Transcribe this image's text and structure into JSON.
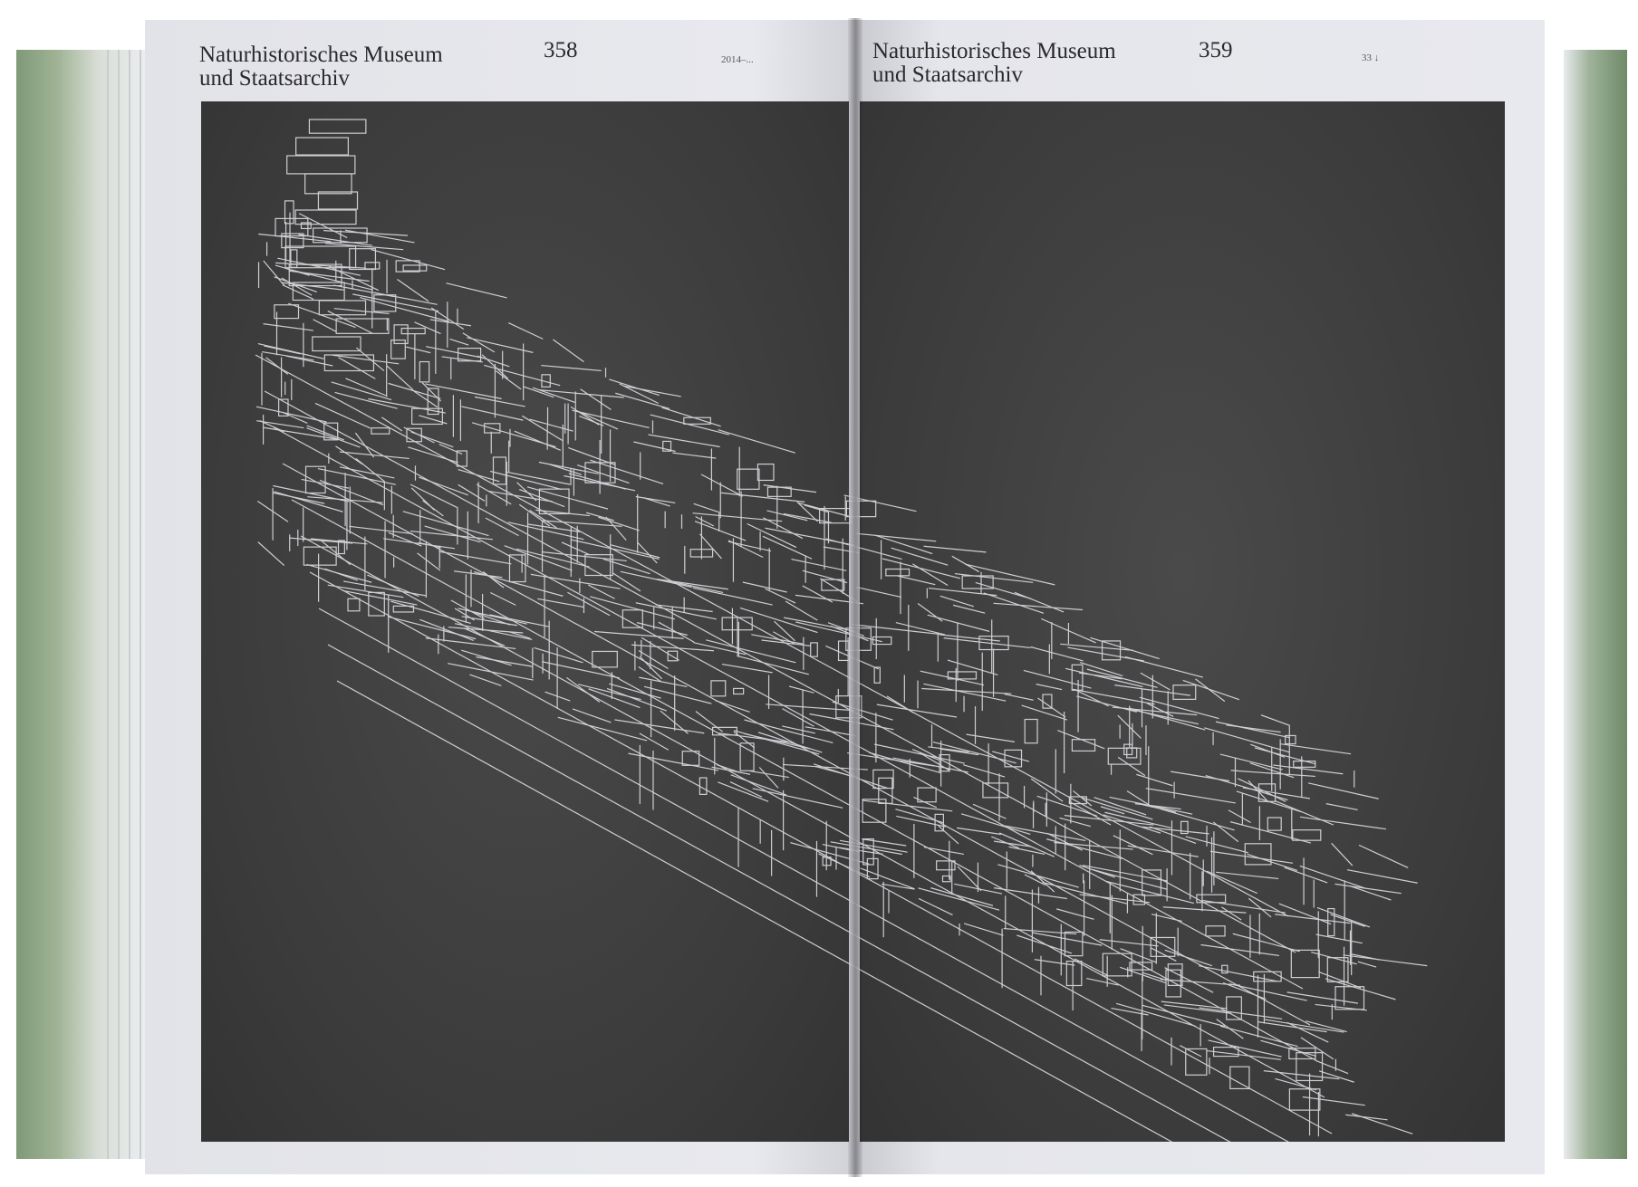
{
  "left_page": {
    "running_title_line1": "Naturhistorisches Museum",
    "running_title_line2": "und Staatsarchiv",
    "page_number": "358",
    "marginal_note": "2014–..."
  },
  "right_page": {
    "running_title_line1": "Naturhistorisches Museum",
    "running_title_line2": "und Staatsarchiv",
    "page_number": "359",
    "marginal_note": "33 ↓"
  },
  "colors": {
    "paper": "#e6e7ec",
    "panel": "#3f3f3f",
    "linework": "#e8e8ee",
    "foliage": "#8aa27f"
  }
}
